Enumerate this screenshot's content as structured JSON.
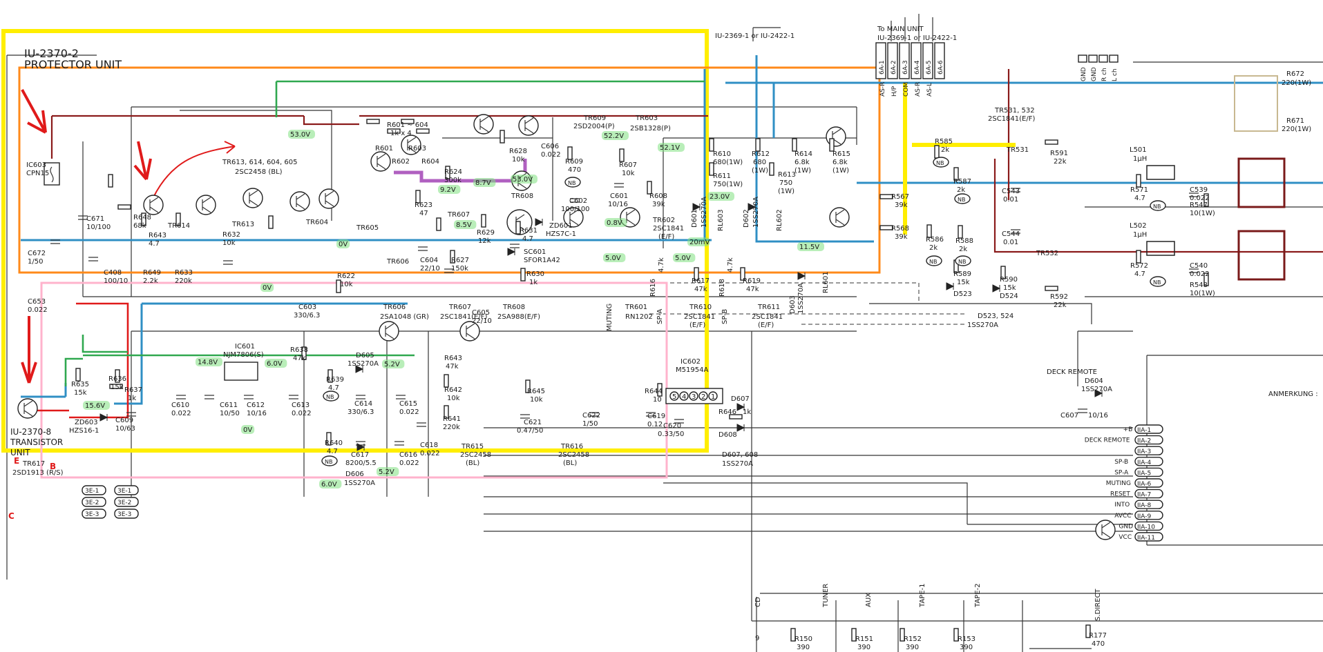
{
  "units": {
    "protector": {
      "code": "IU-2370-2",
      "name": "PROTECTOR UNIT"
    },
    "transistor": {
      "code": "IU-2370-8",
      "name": "TRANSISTOR",
      "name_cut": "UNIT"
    }
  },
  "top_left_connector": {
    "target": "IU-2369-1 or IU-2422-1",
    "pins": [
      "6A-1",
      "6A-2",
      "6A-3",
      "6A-4",
      "6A-5",
      "6A-6"
    ],
    "signals": [
      "AS-R",
      "H/P",
      "COM",
      "AS-R",
      "AS-L"
    ]
  },
  "main_connector": {
    "title": "To MAIN UNIT",
    "target": "IU-2369-1 or IU-2422-1",
    "pins": [
      "GND",
      "GND",
      "R ch",
      "L ch"
    ]
  },
  "components": {
    "ic603": {
      "ref": "IC603",
      "part": "CPN15"
    },
    "c671": {
      "ref": "C671",
      "value": "10/100"
    },
    "c672": {
      "ref": "C672",
      "value": "1/50"
    },
    "c653": {
      "ref": "C653",
      "value": "0.022"
    },
    "r648": {
      "ref": "R648",
      "value": "68k"
    },
    "r643": {
      "ref": "R643",
      "value": "4.7"
    },
    "c408": {
      "ref": "C408",
      "value": "100/10"
    },
    "r649": {
      "ref": "R649",
      "value": "2.2k"
    },
    "r633": {
      "ref": "R633",
      "value": "220k"
    },
    "r632": {
      "ref": "R632",
      "value": "10k"
    },
    "r622": {
      "ref": "R622",
      "value": "10k"
    },
    "c603": {
      "ref": "C603",
      "value": "330/6.3"
    },
    "r601_604": {
      "ref": "R601 ~ 604",
      "value": "1k x 4"
    },
    "r601": "R601",
    "r602": "R602",
    "r603": "R603",
    "r604": "R604",
    "r623": {
      "ref": "R623",
      "value": "47"
    },
    "r624": {
      "ref": "R624",
      "value": "300k"
    },
    "c604": {
      "ref": "C604",
      "value": "22/10"
    },
    "r627": {
      "ref": "R627",
      "value": "150k"
    },
    "r628": {
      "ref": "R628",
      "value": "10k"
    },
    "c606": {
      "ref": "C606",
      "value": "0.022"
    },
    "r629": {
      "ref": "R629",
      "value": "12k"
    },
    "c605": {
      "ref": "C605",
      "value": "22/10"
    },
    "r631": {
      "ref": "R631",
      "value": "4.7"
    },
    "sc601": {
      "ref": "SC601",
      "value": "SFOR1A42"
    },
    "r630": {
      "ref": "R630",
      "value": "1k"
    },
    "zd601": {
      "ref": "ZD601",
      "value": "HZS7C-1"
    },
    "r609": {
      "ref": "R609",
      "value": "470"
    },
    "c602": {
      "ref": "C602",
      "value": "100/100"
    },
    "r607": {
      "ref": "R607",
      "value": "10k"
    },
    "c601": {
      "ref": "C601",
      "value": "10/16"
    },
    "r608": {
      "ref": "R608",
      "value": "39k"
    },
    "r610": {
      "ref": "R610",
      "value": "680(1W)"
    },
    "r611": {
      "ref": "R611",
      "value": "750(1W)"
    },
    "r612": {
      "ref": "R612",
      "value": "680",
      "watt": "(1W)"
    },
    "r613": {
      "ref": "R613",
      "value": "750",
      "watt": "(1W)"
    },
    "r614": {
      "ref": "R614",
      "value": "6.8k",
      "watt": "(1W)"
    },
    "r615": {
      "ref": "R615",
      "value": "6.8k",
      "watt": "(1W)"
    },
    "d601": {
      "ref": "D601",
      "value": "1SS270A"
    },
    "d602": {
      "ref": "D602",
      "value": "1SS270A"
    },
    "d603": {
      "ref": "D603",
      "value": "1SS270A"
    },
    "rl601": "RL601",
    "rl602": "RL602",
    "rl603": "RL603",
    "r616": {
      "ref": "R616",
      "value": "4.7k"
    },
    "r617": {
      "ref": "R617",
      "value": "47k"
    },
    "r618": {
      "ref": "R618",
      "value": "4.7k"
    },
    "r619": {
      "ref": "R619",
      "value": "47k"
    },
    "r585": {
      "ref": "R585",
      "value": "2k"
    },
    "r587": {
      "ref": "R587",
      "value": "2k"
    },
    "r567": {
      "ref": "R567",
      "value": "39k"
    },
    "r568": {
      "ref": "R568",
      "value": "39k"
    },
    "r586": {
      "ref": "R586",
      "value": "2k"
    },
    "r588": {
      "ref": "R588",
      "value": "2k"
    },
    "r589": {
      "ref": "R589",
      "value": "15k"
    },
    "r590": {
      "ref": "R590",
      "value": "15k"
    },
    "r591": {
      "ref": "R591",
      "value": "22k"
    },
    "r592": {
      "ref": "R592",
      "value": "22k"
    },
    "c543": {
      "ref": "C543",
      "value": "0.01"
    },
    "c544": {
      "ref": "C544",
      "value": "0.01"
    },
    "d523": "D523",
    "d524": "D524",
    "d523_524": {
      "ref": "D523, 524",
      "value": "1SS270A"
    },
    "l501": {
      "ref": "L501",
      "value": "1μH"
    },
    "l502": {
      "ref": "L502",
      "value": "1μH"
    },
    "r571": {
      "ref": "R571",
      "value": "4.7"
    },
    "r572": {
      "ref": "R572",
      "value": "4.7"
    },
    "c539": {
      "ref": "C539",
      "value": "0.022"
    },
    "c540": {
      "ref": "C540",
      "value": "0.022"
    },
    "r547": {
      "ref": "R547",
      "value": "10(1W)"
    },
    "r548": {
      "ref": "R548",
      "value": "10(1W)"
    },
    "r672": {
      "ref": "R672",
      "value": "220(1W)"
    },
    "r671": {
      "ref": "R671",
      "value": "220(1W)"
    },
    "r635": {
      "ref": "R635",
      "value": "15k"
    },
    "r636": {
      "ref": "R636",
      "value": "15k"
    },
    "r637": {
      "ref": "R637",
      "value": "1k"
    },
    "zd603": {
      "ref": "ZD603",
      "value": "HZS16-1"
    },
    "c609": {
      "ref": "C609",
      "value": "10/63"
    },
    "ic601": {
      "ref": "IC601",
      "value": "NJM7806(S)"
    },
    "c610": {
      "ref": "C610",
      "value": "0.022"
    },
    "c611": {
      "ref": "C611",
      "value": "10/50"
    },
    "c612": {
      "ref": "C612",
      "value": "10/16"
    },
    "c613": {
      "ref": "C613",
      "value": "0.022"
    },
    "r638": {
      "ref": "R638",
      "value": "47k"
    },
    "d605": {
      "ref": "D605",
      "value": "1SS270A"
    },
    "r639": {
      "ref": "R639",
      "value": "4.7"
    },
    "c614": {
      "ref": "C614",
      "value": "330/6.3"
    },
    "c615": {
      "ref": "C615",
      "value": "0.022"
    },
    "r640": {
      "ref": "R640",
      "value": "4.7"
    },
    "c617": {
      "ref": "C617",
      "value": "8200/5.5"
    },
    "c616": {
      "ref": "C616",
      "value": "0.022"
    },
    "d606": {
      "ref": "D606",
      "value": "1SS270A"
    },
    "r643b": {
      "ref": "R643",
      "value": "47k"
    },
    "r642": {
      "ref": "R642",
      "value": "10k"
    },
    "r641": {
      "ref": "R641",
      "value": "220k"
    },
    "c618": {
      "ref": "C618",
      "value": "0.022"
    },
    "r645": {
      "ref": "R645",
      "value": "10k"
    },
    "c621": {
      "ref": "C621",
      "value": "0.47/50"
    },
    "c622": {
      "ref": "C622",
      "value": "1/50"
    },
    "ic602": {
      "ref": "IC602",
      "value": "M51954A",
      "pins": [
        "5",
        "4",
        "3",
        "2",
        "1"
      ]
    },
    "r644": {
      "ref": "R644",
      "value": "10"
    },
    "c619": {
      "ref": "C619",
      "value": "0.12"
    },
    "c620": {
      "ref": "C620",
      "value": "0.33/50"
    },
    "d607": "D607",
    "d608": "D608",
    "d607_608": {
      "ref": "D607, 608",
      "value": "1SS270A"
    },
    "r646": {
      "ref": "R646",
      "value": "1k"
    },
    "d604": {
      "ref": "D604",
      "value": "1SS270A"
    },
    "c607": {
      "ref": "C607",
      "value": "10/16"
    },
    "r177": {
      "ref": "R177",
      "value": "470"
    },
    "r150": {
      "ref": "R150",
      "value": "390"
    },
    "r151": {
      "ref": "R151",
      "value": "390"
    },
    "r152": {
      "ref": "R152",
      "value": "390"
    },
    "r153": {
      "ref": "R153",
      "value": "390"
    }
  },
  "transistors": {
    "tr613": "TR613",
    "tr614": "TR614",
    "tr604": "TR604",
    "tr605": "TR605",
    "tr606": "TR606",
    "tr607": "TR607",
    "tr608": "TR608",
    "tr609": {
      "ref": "TR609",
      "part": "2SD2004(P)"
    },
    "tr603": {
      "ref": "TR603",
      "part": "2SB1328(P)"
    },
    "tr602": {
      "ref": "TR602",
      "part": "2SC1841",
      "grade": "(E/F)"
    },
    "tr531_532": {
      "ref": "TR531, 532",
      "part": "2SC1841(E/F)"
    },
    "tr531": "TR531",
    "tr532": "TR532",
    "tr615": "TR615",
    "tr616": "TR616",
    "tr617": "TR617"
  },
  "part_notes": {
    "tr613_group": {
      "refs": "TR613, 614, 604, 605",
      "part": "2SC2458 (BL)"
    },
    "tr606": {
      "ref": "TR606",
      "part": "2SA1048 (GR)"
    },
    "tr607": {
      "ref": "TR607",
      "part": "2SC1841(E/F)"
    },
    "tr608": {
      "ref": "TR608",
      "part": "2SA988(E/F)"
    },
    "tr601": {
      "ref": "TR601",
      "part": "RN1202"
    },
    "tr610": {
      "ref": "TR610",
      "part": "2SC1841",
      "grade": "(E/F)"
    },
    "tr611": {
      "ref": "TR611",
      "part": "2SC1841",
      "grade": "(E/F)"
    },
    "tr615": {
      "ref": "TR615",
      "part": "2SC2458",
      "grade": "(BL)"
    },
    "tr616": {
      "ref": "TR616",
      "part": "2SC2458",
      "grade": "(BL)"
    },
    "tr617": {
      "ref": "TR617",
      "part": "2SD1913 (R/S)"
    }
  },
  "voltages": {
    "v53_0": "53.0V",
    "v52_2": "52.2V",
    "v52_1": "52.1V",
    "v53_0b": "53.0V",
    "v8_7": "8.7V",
    "v9_2": "9.2V",
    "v8_5": "8.5V",
    "v0_8": "0.8V",
    "v0a": "0V",
    "v0b": "0V",
    "v23": "23.0V",
    "v20mv": "20mV",
    "v5_0a": "5.0V",
    "v5_0b": "5.0V",
    "v11_5": "11.5V",
    "v14_8": "14.8V",
    "v6_0": "6.0V",
    "v5_2": "5.2V",
    "v15_6": "15.6V",
    "v0c": "0V",
    "v6_0b": "6.0V",
    "v5_2b": "5.2V"
  },
  "side_labels": {
    "muting": "MUTING",
    "spa": "SP-A",
    "spb": "SP-B",
    "deck_remote": "DECK REMOTE",
    "anmerkung": "ANMERKUNG :",
    "b": "B",
    "e": "E",
    "c": "C",
    "nb": "NB"
  },
  "right_connector": {
    "pins": [
      "IIA-1",
      "IIA-2",
      "IIA-3",
      "IIA-4",
      "IIA-5",
      "IIA-6",
      "IIA-7",
      "IIA-8",
      "IIA-9",
      "IIA-10",
      "IIA-11"
    ],
    "signals": [
      "+B",
      "DECK REMOTE",
      "",
      "SP-B",
      "SP-A",
      "MUTING",
      "RESET",
      "INTO",
      "AVCC",
      "GND",
      "VCC"
    ]
  },
  "small_connector": {
    "left": [
      "3E-1",
      "3E-2",
      "3E-3"
    ],
    "right": [
      "3E-1",
      "3E-2",
      "3E-3"
    ]
  },
  "bottom_inputs": {
    "labels": [
      "CD",
      "TUNER",
      "AUX",
      "TAPE-1",
      "TAPE-2",
      "S.DIRECT"
    ],
    "pin": "9"
  },
  "colors": {
    "yellow": "#ffee00",
    "orange": "#ff8a1a",
    "pink": "#ffb3cc",
    "blue": "#2f8fc4",
    "green": "#2fa84f",
    "red": "#e01a1a",
    "purple": "#b060c0",
    "darkred": "#8a1a1a"
  }
}
